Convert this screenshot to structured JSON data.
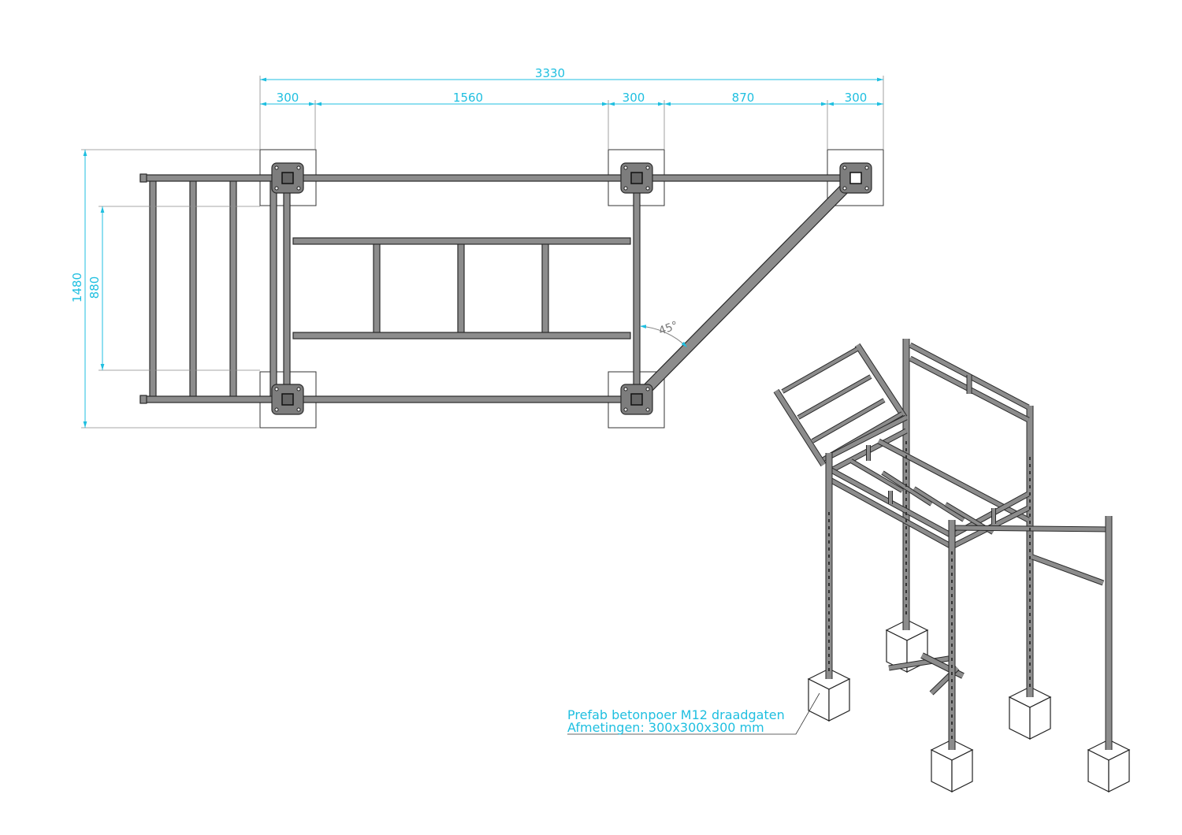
{
  "dimensions": {
    "total_length": "3330",
    "segments": [
      "300",
      "1560",
      "300",
      "870",
      "300"
    ],
    "total_width": "1480",
    "inner_width": "880",
    "angle": "45°"
  },
  "annotation": {
    "line1": "Prefab betonpoer M12 draadgaten",
    "line2": "Afmetingen: 300x300x300 mm"
  },
  "colors": {
    "dimension": "#1fbfe0",
    "steel": "#8c8c8c"
  }
}
